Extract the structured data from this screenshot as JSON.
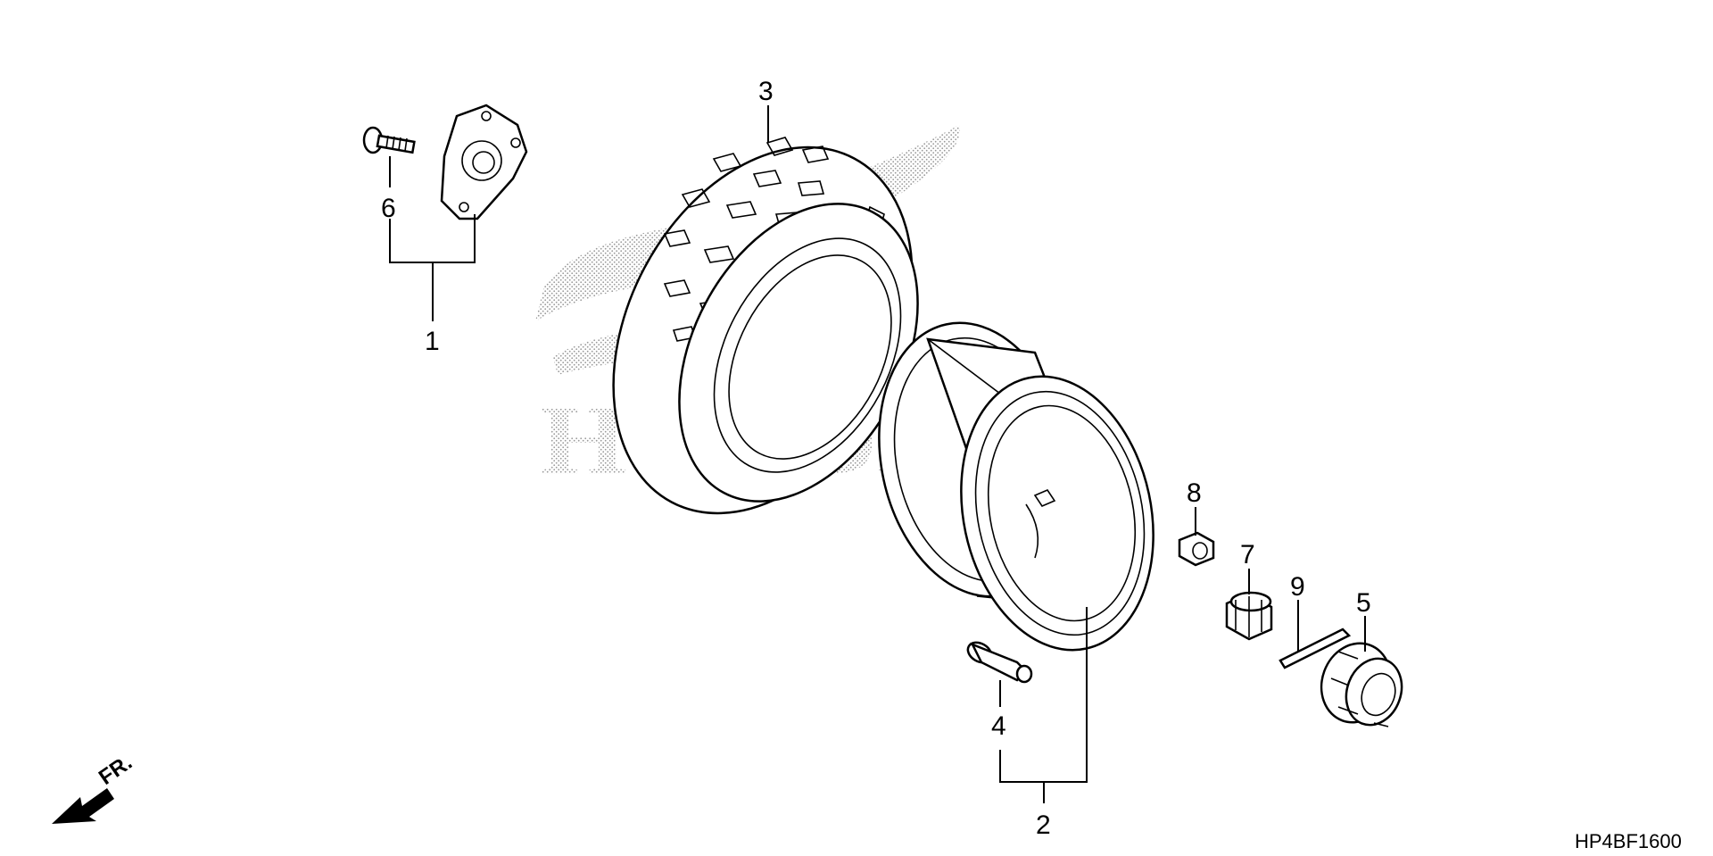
{
  "callouts": {
    "c1": "1",
    "c2": "2",
    "c3": "3",
    "c4": "4",
    "c5": "5",
    "c6": "6",
    "c7": "7",
    "c8": "8",
    "c9": "9"
  },
  "direction": {
    "label": "FR."
  },
  "diagram_code": "HP4BF1600",
  "watermark": {
    "text": "HONDA"
  }
}
